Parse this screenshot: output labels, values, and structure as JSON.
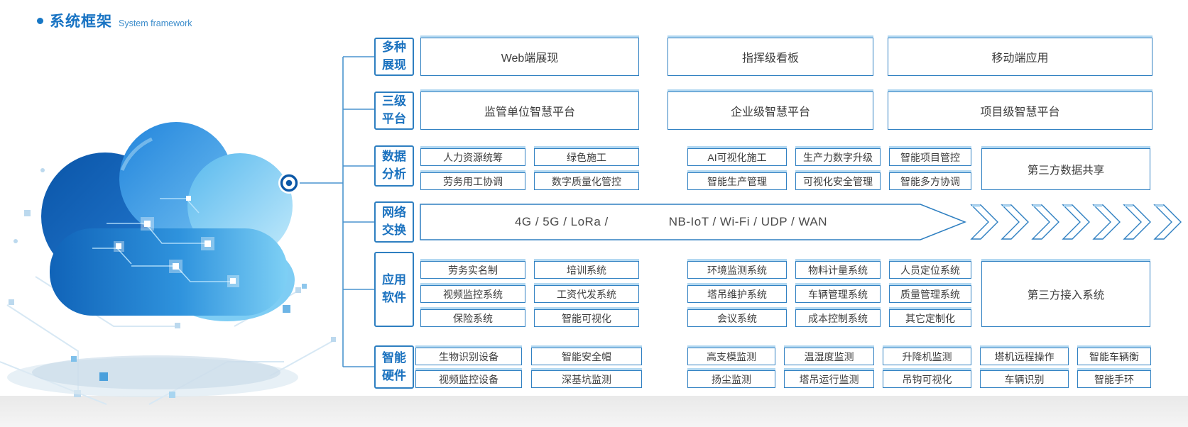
{
  "title": {
    "zh": "系统框架",
    "en": "System framework"
  },
  "categories": {
    "r1": "多种\n展现",
    "r2": "三级\n平台",
    "r3": "数据\n分析",
    "r4": "网络\n交换",
    "r5": "应用\n软件",
    "r6": "智能\n硬件"
  },
  "r1": {
    "a": "Web端展现",
    "b": "指挥级看板",
    "c": "移动端应用"
  },
  "r2": {
    "a": "监管单位智慧平台",
    "b": "企业级智慧平台",
    "c": "项目级智慧平台"
  },
  "r3": {
    "rows": [
      [
        "人力资源统筹",
        "绿色施工",
        "AI可视化施工",
        "生产力数字升级",
        "智能项目管控"
      ],
      [
        "劳务用工协调",
        "数字质量化管控",
        "智能生产管理",
        "可视化安全管理",
        "智能多方协调"
      ]
    ],
    "side": "第三方数据共享"
  },
  "r4": {
    "left": "4G / 5G / LoRa /",
    "right": "NB-IoT / Wi-Fi / UDP / WAN"
  },
  "r5": {
    "rows": [
      [
        "劳务实名制",
        "培训系统",
        "环境监测系统",
        "物料计量系统",
        "人员定位系统"
      ],
      [
        "视频监控系统",
        "工资代发系统",
        "塔吊维护系统",
        "车辆管理系统",
        "质量管理系统"
      ],
      [
        "保险系统",
        "智能可视化",
        "会议系统",
        "成本控制系统",
        "其它定制化"
      ]
    ],
    "side": "第三方接入系统"
  },
  "r6": {
    "rows": [
      [
        "生物识别设备",
        "智能安全帽",
        "高支模监测",
        "温湿度监测",
        "升降机监测",
        "塔机远程操作",
        "智能车辆衡"
      ],
      [
        "视频监控设备",
        "深基坑监测",
        "扬尘监测",
        "塔吊运行监测",
        "吊钩可视化",
        "车辆识别",
        "智能手环"
      ]
    ]
  },
  "colors": {
    "accent": "#2e7fc1",
    "accent_light": "#b3d8f1",
    "category_text": "#1b72bf",
    "box_text": "#3d3d3d",
    "title_blue": "#1873c3"
  }
}
